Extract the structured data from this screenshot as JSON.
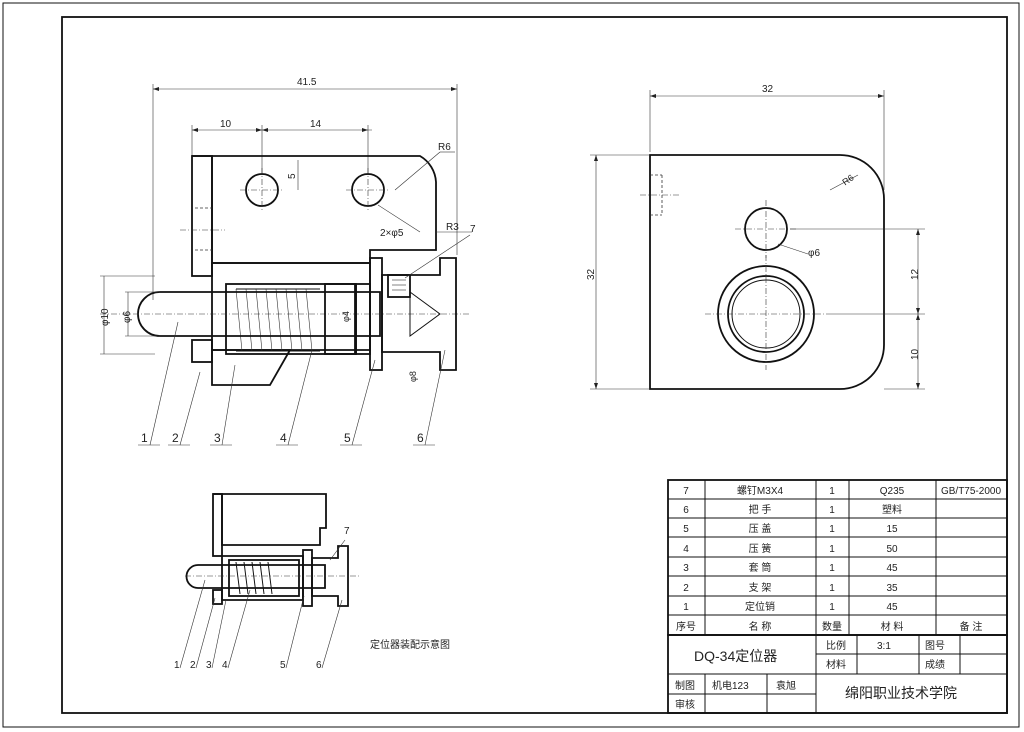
{
  "front_view": {
    "dims": {
      "overall": "41.5",
      "hole_offset": "10",
      "hole_spacing": "14",
      "hole_vertical": "5",
      "radius_r6": "R6",
      "holes": "2×φ5",
      "radius_r3": "R3",
      "dia_10": "φ10",
      "dia_6": "φ6",
      "dia_inner": "φ4",
      "dia_knob": "φ8"
    },
    "callouts": [
      "1",
      "2",
      "3",
      "4",
      "5",
      "6",
      "7"
    ]
  },
  "side_view": {
    "dims": {
      "width": "32",
      "height": "32",
      "radius": "R6",
      "hole_dia": "φ6",
      "dim_12": "12",
      "dim_10": "10"
    }
  },
  "assembly_view": {
    "caption": "定位器装配示意图",
    "callouts": [
      "1",
      "2",
      "3",
      "4",
      "5",
      "6",
      "7"
    ]
  },
  "bom": {
    "rows": [
      {
        "no": "7",
        "name": "螺钉M3X4",
        "qty": "1",
        "material": "Q235",
        "note": "GB/T75-2000"
      },
      {
        "no": "6",
        "name": "把  手",
        "qty": "1",
        "material": "塑料",
        "note": ""
      },
      {
        "no": "5",
        "name": "压  盖",
        "qty": "1",
        "material": "15",
        "note": ""
      },
      {
        "no": "4",
        "name": "压  簧",
        "qty": "1",
        "material": "50",
        "note": ""
      },
      {
        "no": "3",
        "name": "套  筒",
        "qty": "1",
        "material": "45",
        "note": ""
      },
      {
        "no": "2",
        "name": "支  架",
        "qty": "1",
        "material": "35",
        "note": ""
      },
      {
        "no": "1",
        "name": "定位销",
        "qty": "1",
        "material": "45",
        "note": ""
      }
    ],
    "header": {
      "no": "序号",
      "name": "名  称",
      "qty": "数量",
      "material": "材  料",
      "note": "备  注"
    }
  },
  "title_block": {
    "drawing_name": "DQ-34定位器",
    "scale_label": "比例",
    "scale_value": "3:1",
    "drawing_no_label": "图号",
    "material_label": "材料",
    "grade_label": "成绩",
    "drawn_label": "制图",
    "drawn_value": "机电123",
    "drawer": "袁旭",
    "checked_label": "审核",
    "school": "绵阳职业技术学院"
  }
}
